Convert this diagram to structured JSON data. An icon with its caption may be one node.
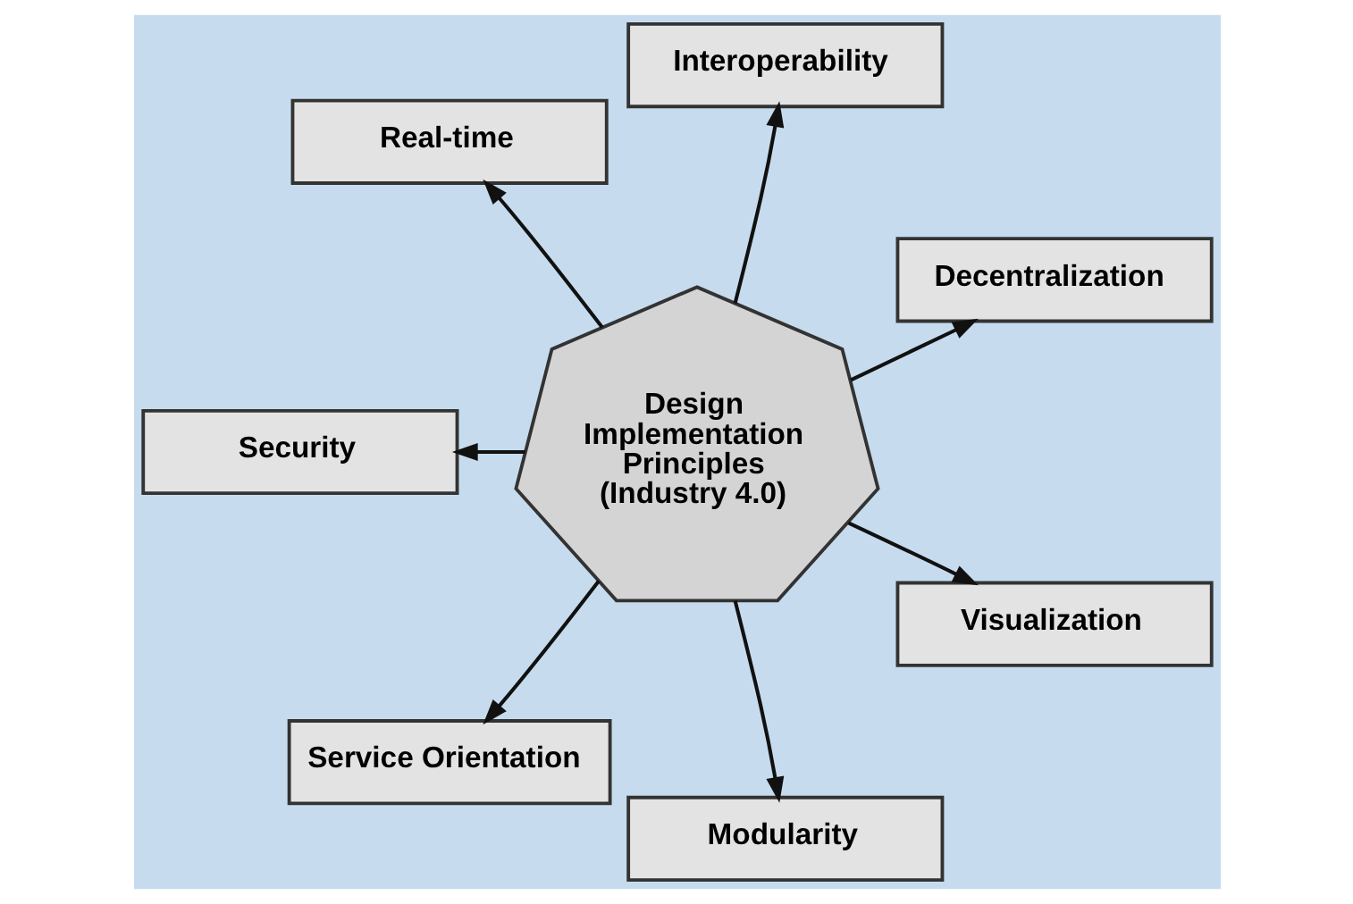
{
  "diagram": {
    "nodes": [
      {
        "text": [
          "Design Implementation Principles (Industry 4.0)"
        ]
      },
      {
        "text": [
          "Decentralization"
        ]
      },
      {
        "text": [
          "Interoperability"
        ]
      },
      {
        "text": [
          "Real-time"
        ]
      },
      {
        "text": [
          "Security"
        ]
      },
      {
        "text": [
          "Service Orientation"
        ]
      },
      {
        "text": [
          "Modularity"
        ]
      },
      {
        "text": [
          "Visualization"
        ]
      }
    ],
    "edges": [
      {
        "from": 0,
        "to": 1,
        "arrow": "to"
      },
      {
        "from": 0,
        "to": 2,
        "arrow": "to"
      },
      {
        "from": 0,
        "to": 3,
        "arrow": "to"
      },
      {
        "from": 0,
        "to": 4,
        "arrow": "to"
      },
      {
        "from": 0,
        "to": 5,
        "arrow": "to"
      },
      {
        "from": 0,
        "to": 6,
        "arrow": "to"
      },
      {
        "from": 0,
        "to": 7,
        "arrow": "to"
      }
    ]
  }
}
